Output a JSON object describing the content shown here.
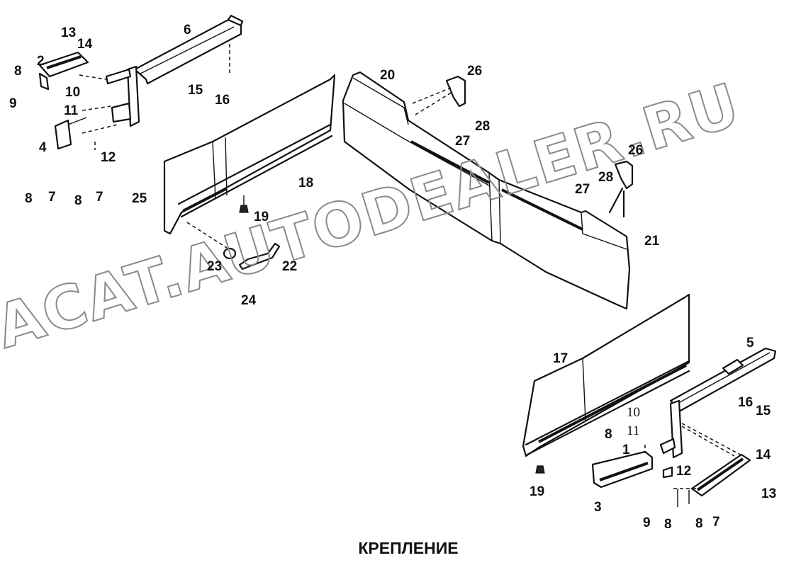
{
  "caption": "КРЕПЛЕНИЕ",
  "watermark": "ACAT.AUTODEALER.RU",
  "colors": {
    "line": "#111111",
    "watermark": "#8a8a8a",
    "background": "#ffffff"
  },
  "callouts": {
    "l13a": "13",
    "l14a": "14",
    "l6": "6",
    "l2": "2",
    "l8a": "8",
    "l9a": "9",
    "l10a": "10",
    "l11a": "11",
    "l4": "4",
    "l12a": "12",
    "l15a": "15",
    "l16a": "16",
    "l8b": "8",
    "l7a": "7",
    "l8c": "8",
    "l7b": "7",
    "l25": "25",
    "l18": "18",
    "l19a": "19",
    "l23": "23",
    "l22": "22",
    "l24": "24",
    "l20": "20",
    "l26a": "26",
    "l28a": "28",
    "l27a": "27",
    "l26b": "26",
    "l28b": "28",
    "l27b": "27",
    "l21": "21",
    "l17": "17",
    "l5": "5",
    "l16b": "16",
    "l15b": "15",
    "l10b": "10",
    "l11b": "11",
    "l8d": "8",
    "l1": "1",
    "l12b": "12",
    "l14b": "14",
    "l19b": "19",
    "l3": "3",
    "l13b": "13",
    "l9b": "9",
    "l8e": "8",
    "l8f": "8",
    "l7c": "7"
  }
}
